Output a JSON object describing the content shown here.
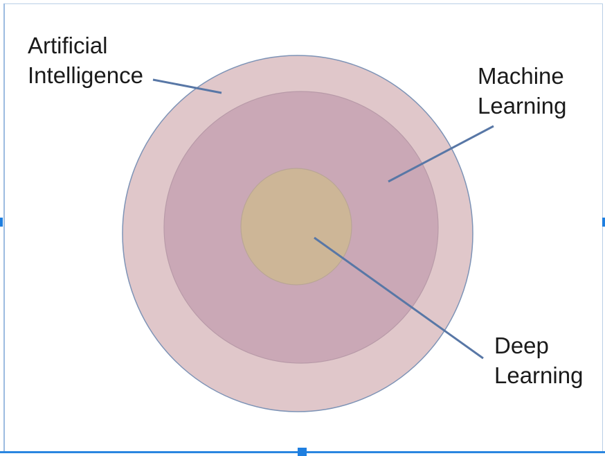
{
  "diagram": {
    "rings": [
      {
        "name": "Artificial Intelligence",
        "color": "#e0c7ca",
        "stroke": "#7d93b6"
      },
      {
        "name": "Machine Learning",
        "color": "#caa8b6",
        "stroke": "#b89aa8"
      },
      {
        "name": "Deep Learning",
        "color": "#cdb697",
        "stroke": "#b9a596"
      }
    ],
    "labels": {
      "ai_line1": "Artificial",
      "ai_line2": "Intelligence",
      "ml_line1": "Machine",
      "ml_line2": "Learning",
      "dl_line1": "Deep",
      "dl_line2": "Learning"
    },
    "leader_color": "#5877a6"
  }
}
